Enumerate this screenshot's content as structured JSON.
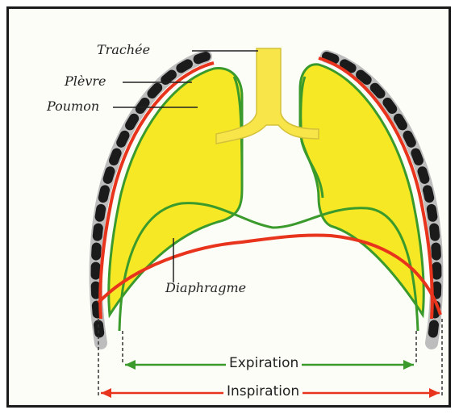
{
  "labels": {
    "trachee": "Trachée",
    "plevre": "Plèvre",
    "poumon": "Poumon",
    "diaphragme": "Diaphragme",
    "expiration": "Expiration",
    "inspiration": "Inspiration"
  },
  "colors": {
    "lung_fill": "#f7e826",
    "trachea_fill": "#f7e54a",
    "pleura_inspiration": "#e8341c",
    "pleura_expiration": "#3a9a2c",
    "rib_dark": "#1b1b1b",
    "rib_light": "#ffffff"
  }
}
